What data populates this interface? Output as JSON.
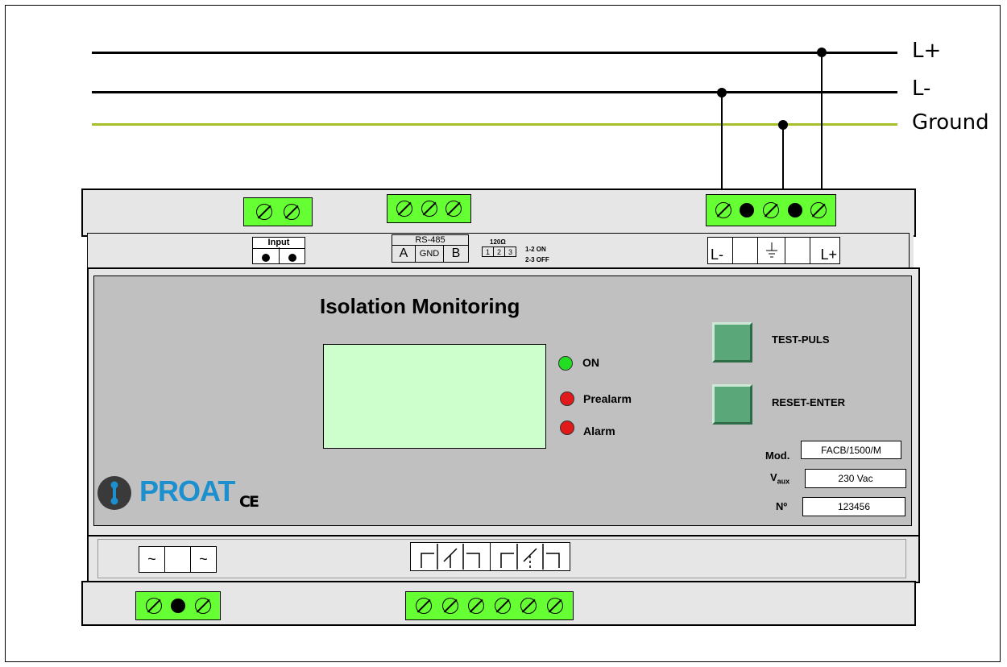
{
  "bus": {
    "lines": [
      {
        "label": "L+",
        "color": "#000000"
      },
      {
        "label": "L-",
        "color": "#000000"
      },
      {
        "label": "Ground",
        "color": "#a5c02a"
      }
    ]
  },
  "device": {
    "title": "Isolation Monitoring",
    "input_label": "Input",
    "rs485": {
      "label": "RS-485",
      "a": "A",
      "gnd": "GND",
      "b": "B"
    },
    "termination": {
      "ohm": "120Ω",
      "pins": [
        "1",
        "2",
        "3"
      ],
      "on": "1-2 ON",
      "off": "2-3 OFF"
    },
    "power_terminal_labels": {
      "l_minus": "L-",
      "l_plus": "L+",
      "ground_icon": "ground-symbol"
    },
    "aux_symbol": "~",
    "leds": [
      {
        "label": "ON",
        "color": "#22dd22"
      },
      {
        "label": "Prealarm",
        "color": "#e11b1b"
      },
      {
        "label": "Alarm",
        "color": "#e11b1b"
      }
    ],
    "buttons": {
      "test": "TEST-PULS",
      "reset": "RESET-ENTER"
    },
    "info": {
      "mod_label": "Mod.",
      "mod_value": "FACB/1500/M",
      "vaux_label": "V",
      "vaux_sub": "aux",
      "vaux_value": "230 Vac",
      "no_label": "Nº",
      "no_value": "123456"
    },
    "brand": "PROAT",
    "ce_mark": "CE",
    "colors": {
      "terminal": "#66ff33",
      "screen": "#ccffcc",
      "panel": "#c0c0c0",
      "housing": "#e7e6e6",
      "brand": "#1c8fcf"
    }
  }
}
